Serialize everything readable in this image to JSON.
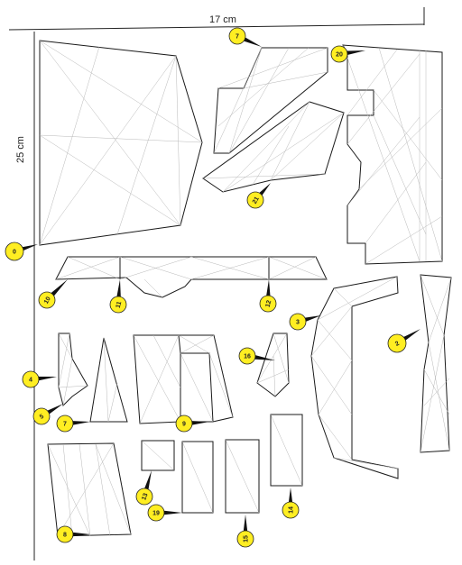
{
  "dimensions": {
    "width_label": "17 cm",
    "height_label": "25 cm"
  },
  "colors": {
    "pin_fill": "#ffee22",
    "outline": "#1a1a1a",
    "triangulation": "#b8b8b8"
  },
  "pieces": [
    {
      "id": "0",
      "label": "0"
    },
    {
      "id": "7a",
      "label": "7"
    },
    {
      "id": "20",
      "label": "20"
    },
    {
      "id": "21",
      "label": "21"
    },
    {
      "id": "10",
      "label": "10"
    },
    {
      "id": "11",
      "label": "11"
    },
    {
      "id": "12",
      "label": "12"
    },
    {
      "id": "3",
      "label": "3"
    },
    {
      "id": "2",
      "label": "2"
    },
    {
      "id": "4",
      "label": "4"
    },
    {
      "id": "5",
      "label": "5"
    },
    {
      "id": "7b",
      "label": "7"
    },
    {
      "id": "9",
      "label": "9"
    },
    {
      "id": "16",
      "label": "16"
    },
    {
      "id": "8",
      "label": "8"
    },
    {
      "id": "13",
      "label": "13"
    },
    {
      "id": "19",
      "label": "19"
    },
    {
      "id": "15",
      "label": "15"
    },
    {
      "id": "14",
      "label": "14"
    }
  ]
}
